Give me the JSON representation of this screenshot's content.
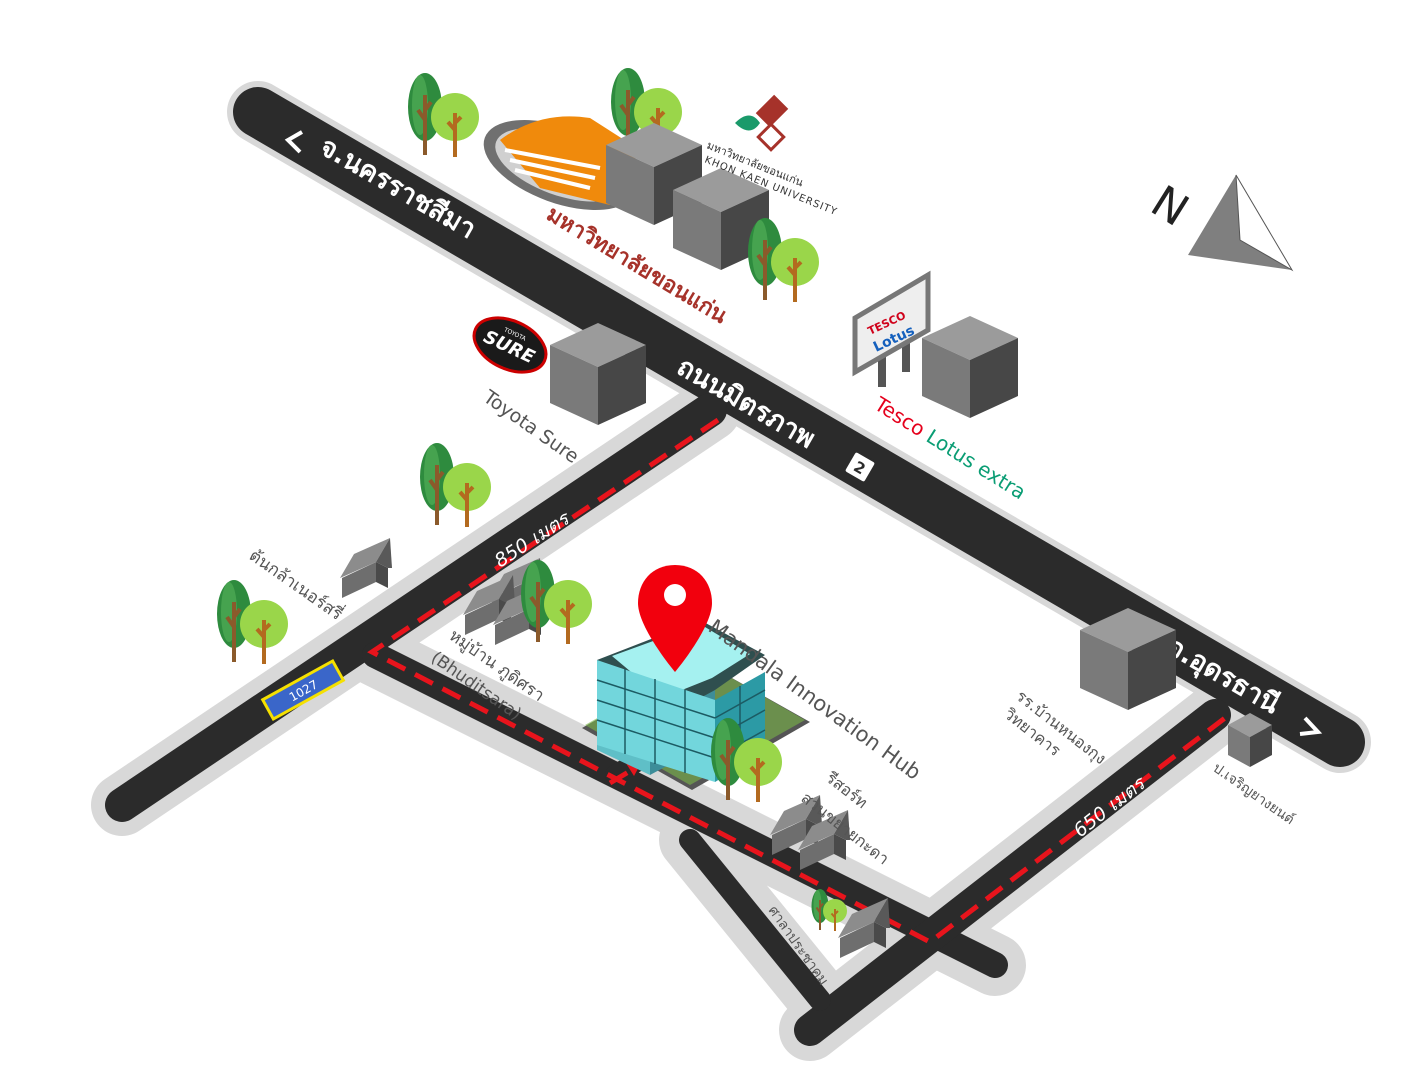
{
  "roads": {
    "main_west": "จ.นครราชสีมา",
    "main_name": "ถนนมิตรภาพ",
    "main_east": "จ.อุดรธานี",
    "highway_no": "2",
    "local_no": "1027"
  },
  "distances": {
    "west_route": "850 เมตร",
    "east_route": "650 เมตร"
  },
  "landmarks": {
    "destination": "Mandala Innovation Hub",
    "university_th": "มหาวิทยาลัยขอนแก่น",
    "university_logo_th": "มหาวิทยาลัยขอนแก่น",
    "university_logo_en": "KHON KAEN UNIVERSITY",
    "toyota": "Toyota Sure",
    "toyota_logo_small": "TOYOTA",
    "toyota_logo": "SURE",
    "tesco_part1": "Tesco",
    "tesco_part2": "Lotus extra",
    "tesco_sign_top": "TESCO",
    "tesco_sign_bottom": "Lotus",
    "village_line1": "หมู่บ้าน ภูดิศรา",
    "village_line2": "(Bhuditsara)",
    "nursery": "ต้นกล้าเนอร์สรี่",
    "school_line1": "รร.บ้านหนองกุง",
    "school_line2": "วิทยาคาร",
    "resort_line1": "รีสอร์ท",
    "resort_line2": "สวนขยายกะดา",
    "hall": "ศาลาประชาคม",
    "garage": "ป.เจริญยางยนต์"
  },
  "compass": {
    "label": "N"
  },
  "colors": {
    "road": "#2b2b2b",
    "road_border": "#d8d8d8",
    "route": "#e8141c",
    "pin": "#f2000d",
    "university_red": "#a6322a",
    "tesco_red": "#e5001c",
    "tesco_green": "#0a9d74",
    "tree_dark": "#2e8b3e",
    "tree_light": "#9ad64a"
  }
}
